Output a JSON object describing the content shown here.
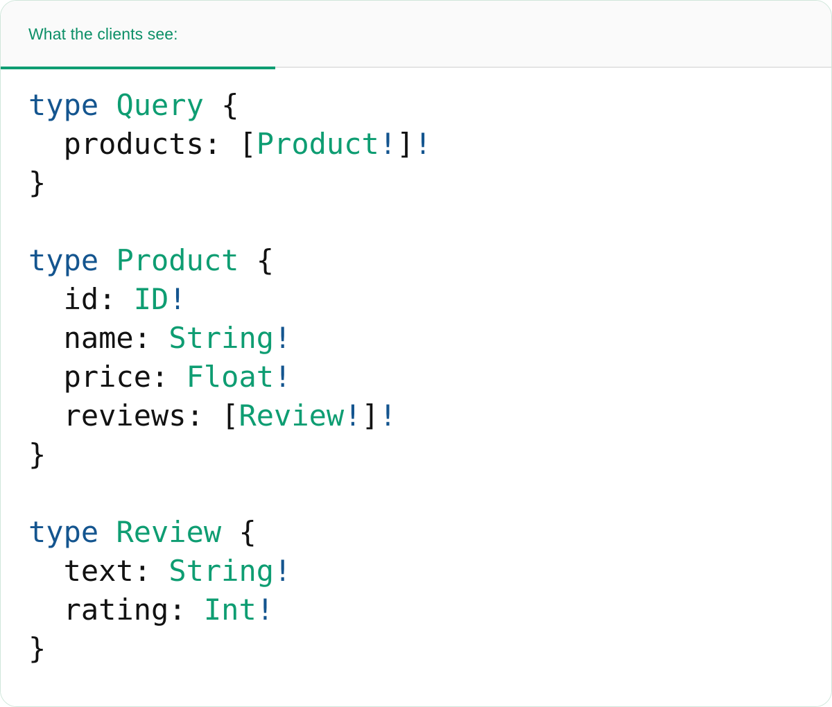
{
  "card": {
    "accent_green": "#0e9d72",
    "keyword_blue": "#14558f",
    "type_green": "#0e9d72",
    "punct_black": "#121212",
    "header_bg": "#fafafa",
    "body_bg": "#ffffff",
    "border_color": "#cfe6da"
  },
  "header": {
    "tab_label": "What the clients see:"
  },
  "code": {
    "language": "graphql",
    "raw": "type Query {\n  products: [Product!]!\n}\n\ntype Product {\n  id: ID!\n  name: String!\n  price: Float!\n  reviews: [Review!]!\n}\n\ntype Review {\n  text: String!\n  rating: Int!\n}",
    "lines": [
      {
        "tokens": [
          {
            "t": "type",
            "c": "keyword"
          },
          {
            "t": " ",
            "c": "plain"
          },
          {
            "t": "Query",
            "c": "type"
          },
          {
            "t": " ",
            "c": "plain"
          },
          {
            "t": "{",
            "c": "punct"
          }
        ]
      },
      {
        "tokens": [
          {
            "t": "  products:",
            "c": "field"
          },
          {
            "t": " ",
            "c": "plain"
          },
          {
            "t": "[",
            "c": "punct"
          },
          {
            "t": "Product",
            "c": "type"
          },
          {
            "t": "!",
            "c": "bang"
          },
          {
            "t": "]",
            "c": "punct"
          },
          {
            "t": "!",
            "c": "bang"
          }
        ]
      },
      {
        "tokens": [
          {
            "t": "}",
            "c": "punct"
          }
        ]
      },
      {
        "tokens": []
      },
      {
        "tokens": [
          {
            "t": "type",
            "c": "keyword"
          },
          {
            "t": " ",
            "c": "plain"
          },
          {
            "t": "Product",
            "c": "type"
          },
          {
            "t": " ",
            "c": "plain"
          },
          {
            "t": "{",
            "c": "punct"
          }
        ]
      },
      {
        "tokens": [
          {
            "t": "  id:",
            "c": "field"
          },
          {
            "t": " ",
            "c": "plain"
          },
          {
            "t": "ID",
            "c": "type"
          },
          {
            "t": "!",
            "c": "bang"
          }
        ]
      },
      {
        "tokens": [
          {
            "t": "  name:",
            "c": "field"
          },
          {
            "t": " ",
            "c": "plain"
          },
          {
            "t": "String",
            "c": "type"
          },
          {
            "t": "!",
            "c": "bang"
          }
        ]
      },
      {
        "tokens": [
          {
            "t": "  price:",
            "c": "field"
          },
          {
            "t": " ",
            "c": "plain"
          },
          {
            "t": "Float",
            "c": "type"
          },
          {
            "t": "!",
            "c": "bang"
          }
        ]
      },
      {
        "tokens": [
          {
            "t": "  reviews:",
            "c": "field"
          },
          {
            "t": " ",
            "c": "plain"
          },
          {
            "t": "[",
            "c": "punct"
          },
          {
            "t": "Review",
            "c": "type"
          },
          {
            "t": "!",
            "c": "bang"
          },
          {
            "t": "]",
            "c": "punct"
          },
          {
            "t": "!",
            "c": "bang"
          }
        ]
      },
      {
        "tokens": [
          {
            "t": "}",
            "c": "punct"
          }
        ]
      },
      {
        "tokens": []
      },
      {
        "tokens": [
          {
            "t": "type",
            "c": "keyword"
          },
          {
            "t": " ",
            "c": "plain"
          },
          {
            "t": "Review",
            "c": "type"
          },
          {
            "t": " ",
            "c": "plain"
          },
          {
            "t": "{",
            "c": "punct"
          }
        ]
      },
      {
        "tokens": [
          {
            "t": "  text:",
            "c": "field"
          },
          {
            "t": " ",
            "c": "plain"
          },
          {
            "t": "String",
            "c": "type"
          },
          {
            "t": "!",
            "c": "bang"
          }
        ]
      },
      {
        "tokens": [
          {
            "t": "  rating:",
            "c": "field"
          },
          {
            "t": " ",
            "c": "plain"
          },
          {
            "t": "Int",
            "c": "type"
          },
          {
            "t": "!",
            "c": "bang"
          }
        ]
      },
      {
        "tokens": [
          {
            "t": "}",
            "c": "punct"
          }
        ]
      }
    ]
  }
}
